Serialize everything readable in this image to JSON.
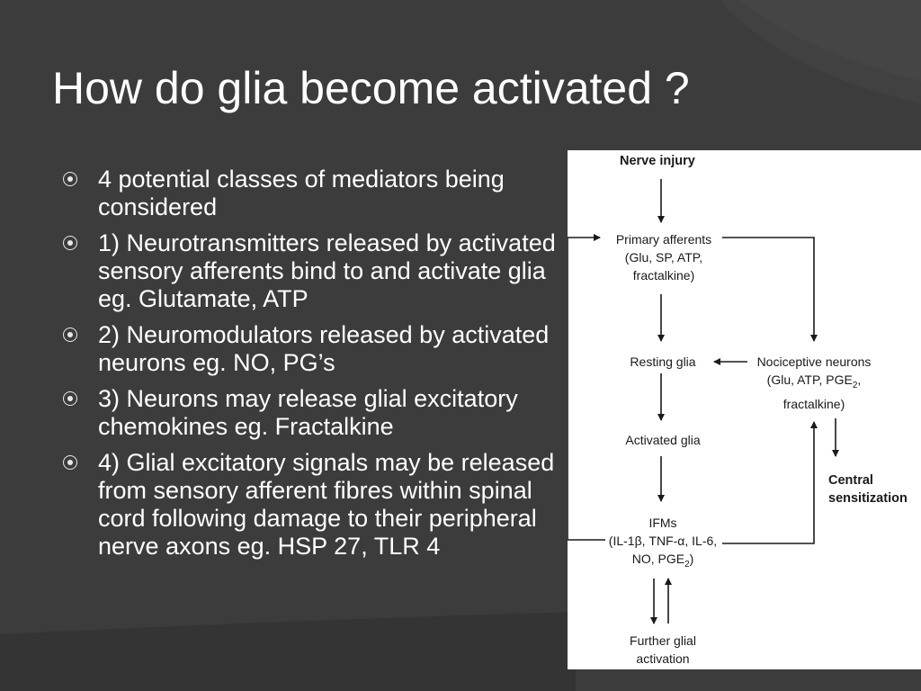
{
  "slide": {
    "title": "How do glia become activated ?",
    "bullets": [
      {
        "text": "4 potential classes of mediators being considered"
      },
      {
        "text": "1) Neurotransmitters released by activated sensory afferents bind to and activate glia eg. Glutamate, ATP"
      },
      {
        "text": "2) Neuromodulators released by activated neurons eg. NO, PG’s"
      },
      {
        "text": "3) Neurons may release glial excitatory chemokines eg. Fractalkine"
      },
      {
        "text": "4) Glial excitatory signals may be released from sensory afferent fibres within spinal cord following damage to their peripheral nerve axons eg. HSP 27, TLR 4"
      }
    ]
  },
  "diagram": {
    "nerve_injury": "Nerve injury",
    "primary_afferents": {
      "line1": "Primary afferents",
      "line2": "(Glu, SP, ATP,",
      "line3": "fractalkine)"
    },
    "resting_glia": "Resting glia",
    "nociceptive_neurons": {
      "line1": "Nociceptive neurons",
      "line2_prefix": "(Glu, ATP, PGE",
      "line2_sub": "2",
      "line2_suffix": ",",
      "line3": "fractalkine)"
    },
    "activated_glia": "Activated glia",
    "central_sensitization": {
      "line1": "Central",
      "line2": "sensitization"
    },
    "ifms": {
      "line1": "IFMs",
      "line2": "(IL-1β, TNF-α, IL-6,",
      "line3_prefix": "NO, PGE",
      "line3_sub": "2",
      "line3_suffix": ")"
    },
    "further_activation": {
      "line1": "Further glial",
      "line2": "activation"
    }
  },
  "colors": {
    "background": "#3b3b3b",
    "text": "#ffffff",
    "bullet": "#e8e8e8",
    "diagram_bg": "#ffffff",
    "diagram_ink": "#1a1a1a"
  }
}
